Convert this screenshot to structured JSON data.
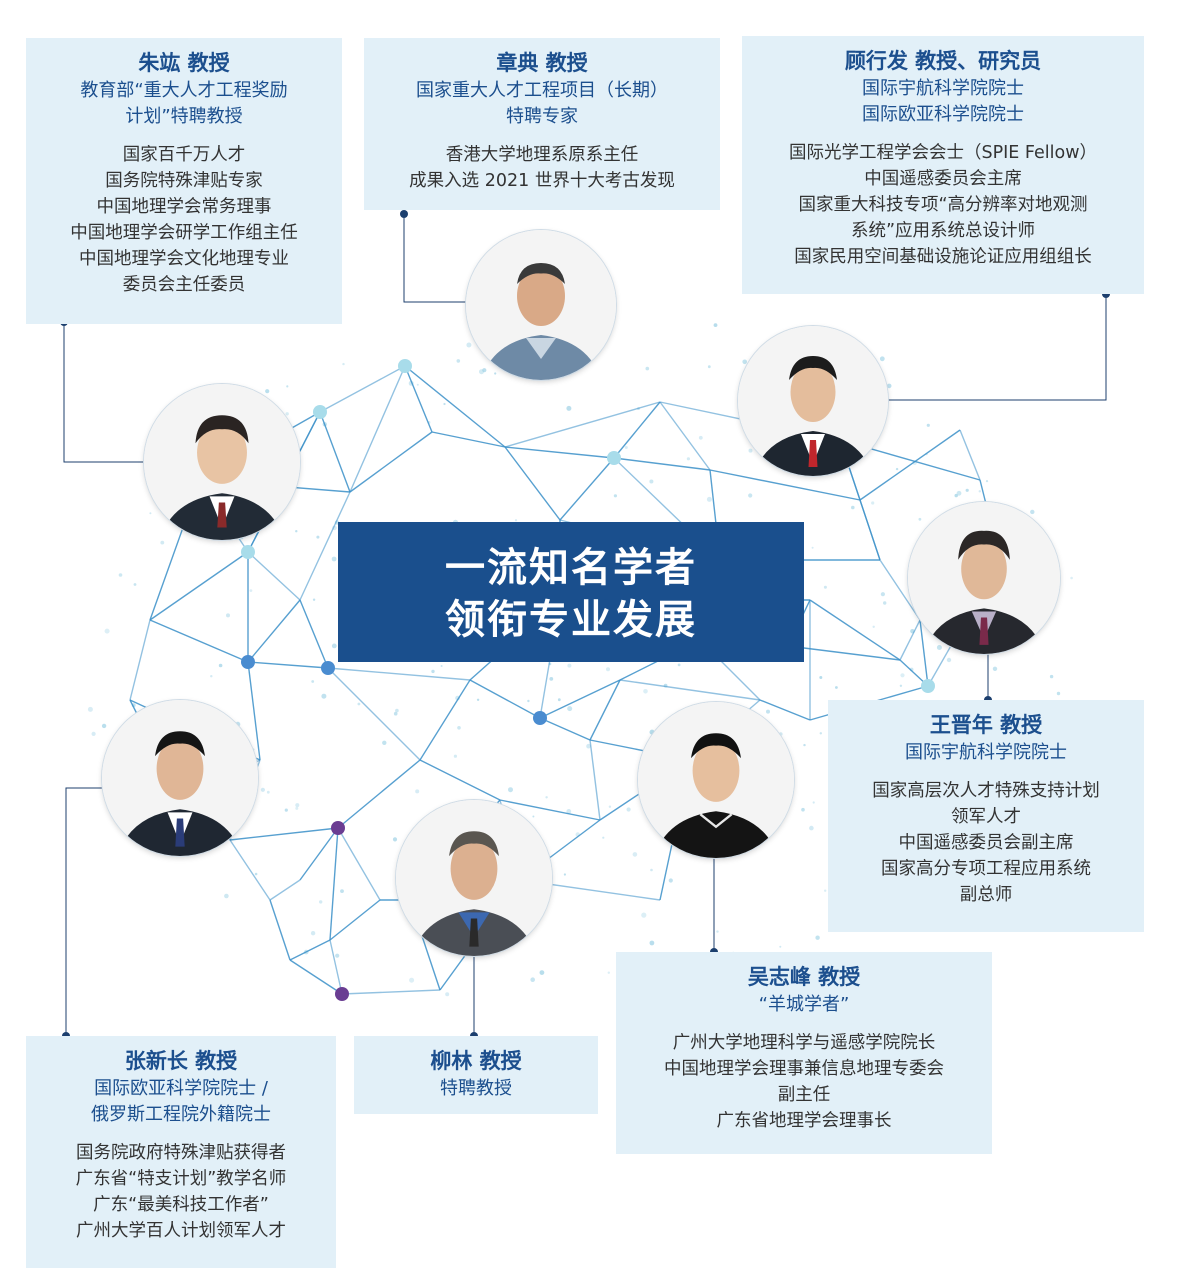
{
  "title": {
    "line1": "一流知名学者",
    "line2": "领衔专业发展"
  },
  "colors": {
    "accent": "#1a4f8d",
    "card_bg": "#e2f0f8",
    "line": "#3a8fc8",
    "node_light": "#a8dcea"
  },
  "scholars": {
    "zhu": {
      "name": "朱竑  教授",
      "honors": [
        "教育部“重大人才工程奖励",
        "计划”特聘教授"
      ],
      "duties": [
        "国家百千万人才",
        "国务院特殊津贴专家",
        "中国地理学会常务理事",
        "中国地理学会研学工作组主任",
        "中国地理学会文化地理专业",
        "委员会主任委员"
      ]
    },
    "zhang_dian": {
      "name": "章典  教授",
      "honors": [
        "国家重大人才工程项目（长期）",
        "特聘专家"
      ],
      "duties": [
        "香港大学地理系原系主任",
        "成果入选 2021 世界十大考古发现"
      ]
    },
    "gu": {
      "name": "顾行发  教授、研究员",
      "honors": [
        "国际宇航科学院院士",
        "国际欧亚科学院院士"
      ],
      "duties": [
        "国际光学工程学会会士（SPIE Fellow）",
        "中国遥感委员会主席",
        "国家重大科技专项“高分辨率对地观测",
        "系统”应用系统总设计师",
        "国家民用空间基础设施论证应用组组长"
      ]
    },
    "wang": {
      "name": "王晋年  教授",
      "honors": [
        "国际宇航科学院院士"
      ],
      "duties": [
        "国家高层次人才特殊支持计划",
        "领军人才",
        "中国遥感委员会副主席",
        "国家高分专项工程应用系统",
        "副总师"
      ]
    },
    "wu": {
      "name": "吴志峰  教授",
      "honors": [
        "“羊城学者”"
      ],
      "duties": [
        "广州大学地理科学与遥感学院院长",
        "中国地理学会理事兼信息地理专委会",
        "副主任",
        "广东省地理学会理事长"
      ]
    },
    "liu": {
      "name": "柳林  教授",
      "honors": [
        "特聘教授"
      ],
      "duties": []
    },
    "zhang_xin": {
      "name": "张新长  教授",
      "honors": [
        "国际欧亚科学院院士 /",
        "俄罗斯工程院外籍院士"
      ],
      "duties": [
        "国务院政府特殊津贴获得者",
        "广东省“特支计划”教学名师",
        "广东“最美科技工作者”",
        "广州大学百人计划领军人才"
      ]
    }
  }
}
